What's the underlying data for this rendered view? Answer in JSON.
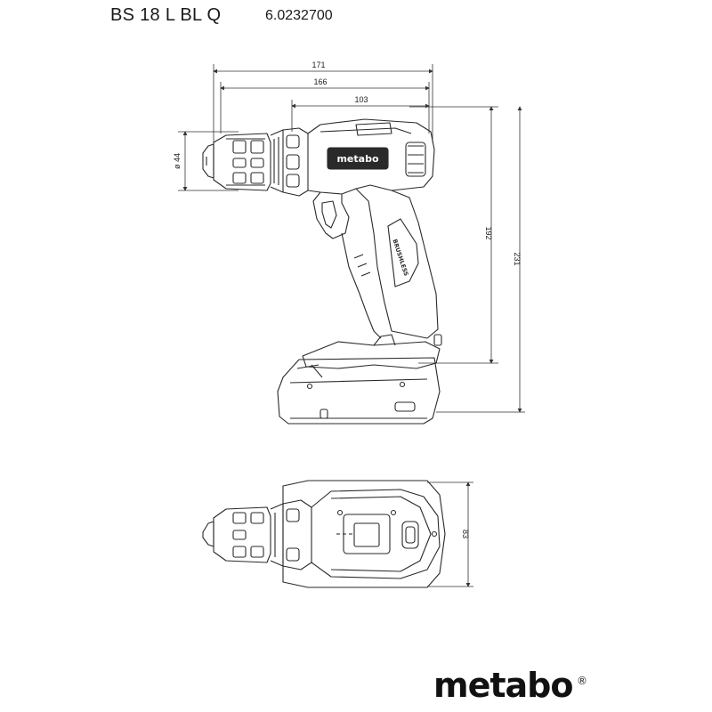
{
  "header": {
    "model": "BS 18 L BL Q",
    "article_number": "6.0232700"
  },
  "side_view": {
    "dimensions": {
      "overall_length": "171",
      "length_to_handle": "166",
      "length_chuck_to_handle": "103",
      "chuck_diameter": "ø 44",
      "height_without_battery": "192",
      "height_with_battery": "231"
    },
    "housing_logo": "metabo",
    "handle_label": "BRUSHLESS"
  },
  "top_view": {
    "dimensions": {
      "width": "83"
    }
  },
  "brand": {
    "logo": "metabo",
    "trademark": "®"
  }
}
